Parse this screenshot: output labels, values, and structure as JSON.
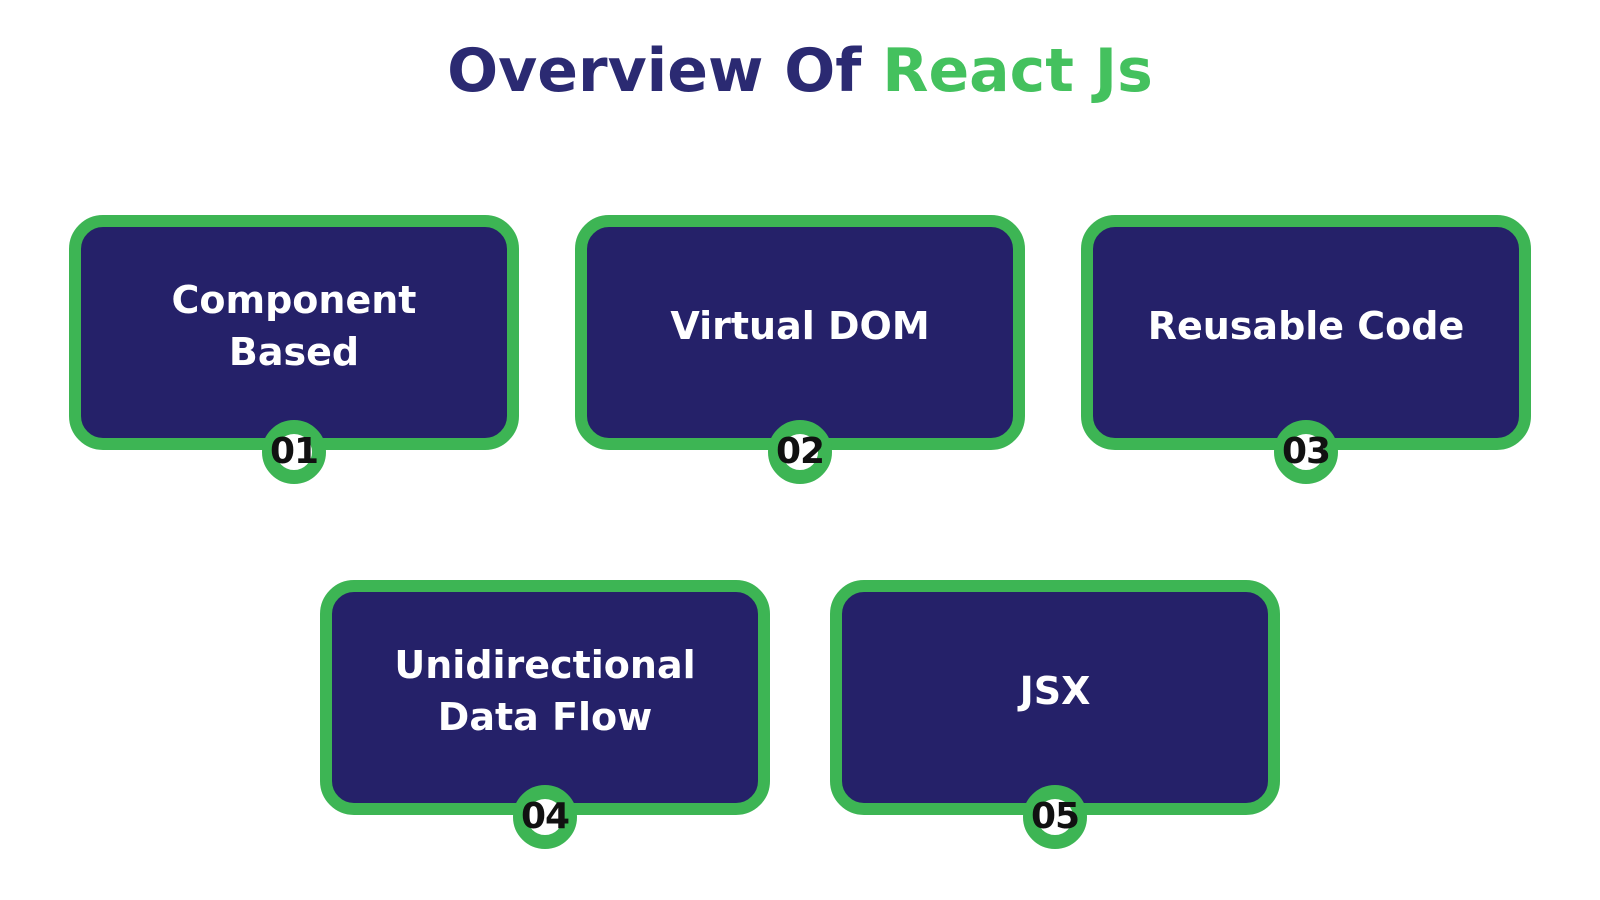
{
  "title": {
    "prefix": "Overview Of ",
    "highlight": "React Js"
  },
  "colors": {
    "background": "#ffffff",
    "card_fill": "#252169",
    "card_border_green": "#3db554",
    "title_navy": "#2b2a72",
    "title_green": "#44c15e",
    "card_label": "#ffffff",
    "badge_fill": "#ffffff",
    "badge_ring": "#3db554",
    "badge_number": "#111111"
  },
  "cards": [
    {
      "number": "01",
      "label": "Component\nBased"
    },
    {
      "number": "02",
      "label": "Virtual DOM"
    },
    {
      "number": "03",
      "label": "Reusable Code"
    },
    {
      "number": "04",
      "label": "Unidirectional\nData Flow"
    },
    {
      "number": "05",
      "label": "JSX"
    }
  ]
}
